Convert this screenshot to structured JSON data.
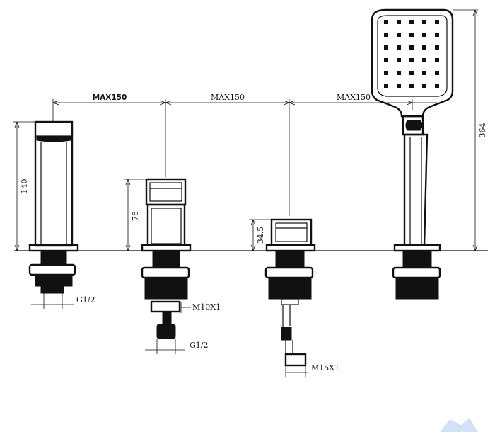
{
  "drawing": {
    "spacing_labels": [
      "MAX150",
      "MAX150",
      "MAX150"
    ],
    "height_labels": {
      "spout": "140",
      "valve": "78",
      "diverter": "34.5",
      "hand_shower": "364"
    },
    "thread_labels": {
      "spout": "G1/2",
      "valve_upper": "M10X1",
      "valve_lower": "G1/2",
      "diverter": "M15X1"
    }
  },
  "colors": {
    "line": "#111111",
    "background": "#ffffff",
    "watermark": "#bcd6ee"
  }
}
